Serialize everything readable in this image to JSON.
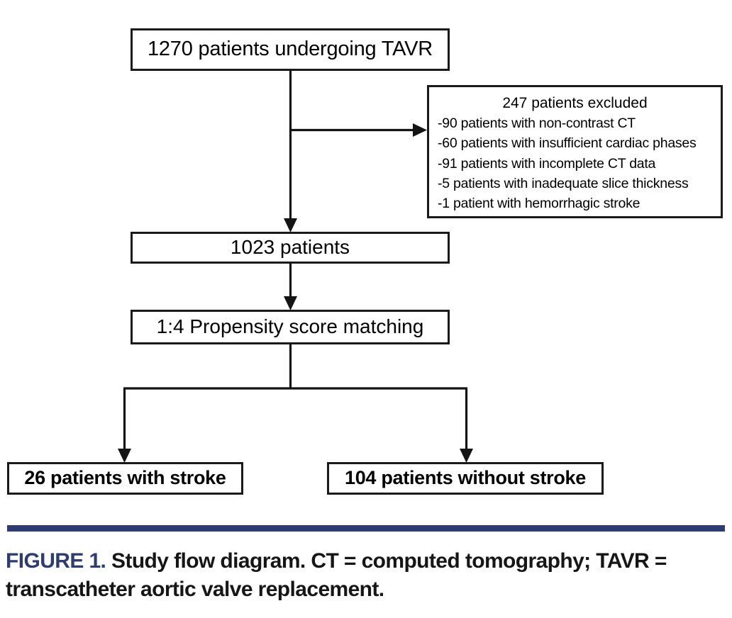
{
  "figure": {
    "type": "study-flow-diagram",
    "nodes": {
      "enrolled": "1270 patients undergoing TAVR",
      "excluded_title": "247 patients excluded",
      "excluded_reasons": [
        "-90 patients with non-contrast CT",
        "-60 patients with insufficient cardiac phases",
        "-91 patients with incomplete CT data",
        "-5 patients with inadequate slice thickness",
        "-1 patient with hemorrhagic stroke"
      ],
      "included": "1023 patients",
      "matching": "1:4 Propensity score matching",
      "outcome_stroke": "26 patients with stroke",
      "outcome_no_stroke": "104 patients without stroke"
    },
    "counts": {
      "enrolled": 1270,
      "excluded_total": 247,
      "excluded_non_contrast_ct": 90,
      "excluded_insufficient_cardiac_phases": 60,
      "excluded_incomplete_ct_data": 91,
      "excluded_inadequate_slice_thickness": 5,
      "excluded_hemorrhagic_stroke": 1,
      "included": 1023,
      "matching_ratio": "1:4",
      "stroke": 26,
      "no_stroke": 104
    }
  },
  "caption": {
    "figure_number": "FIGURE 1.",
    "text": " Study flow diagram. CT = computed tomography; TAVR = transcatheter aortic valve replacement."
  },
  "colors": {
    "rule": "#2e3d6e",
    "figure_number": "#2e3d6e",
    "box_border": "#1a1a1a",
    "text": "#161616",
    "background": "#ffffff"
  }
}
